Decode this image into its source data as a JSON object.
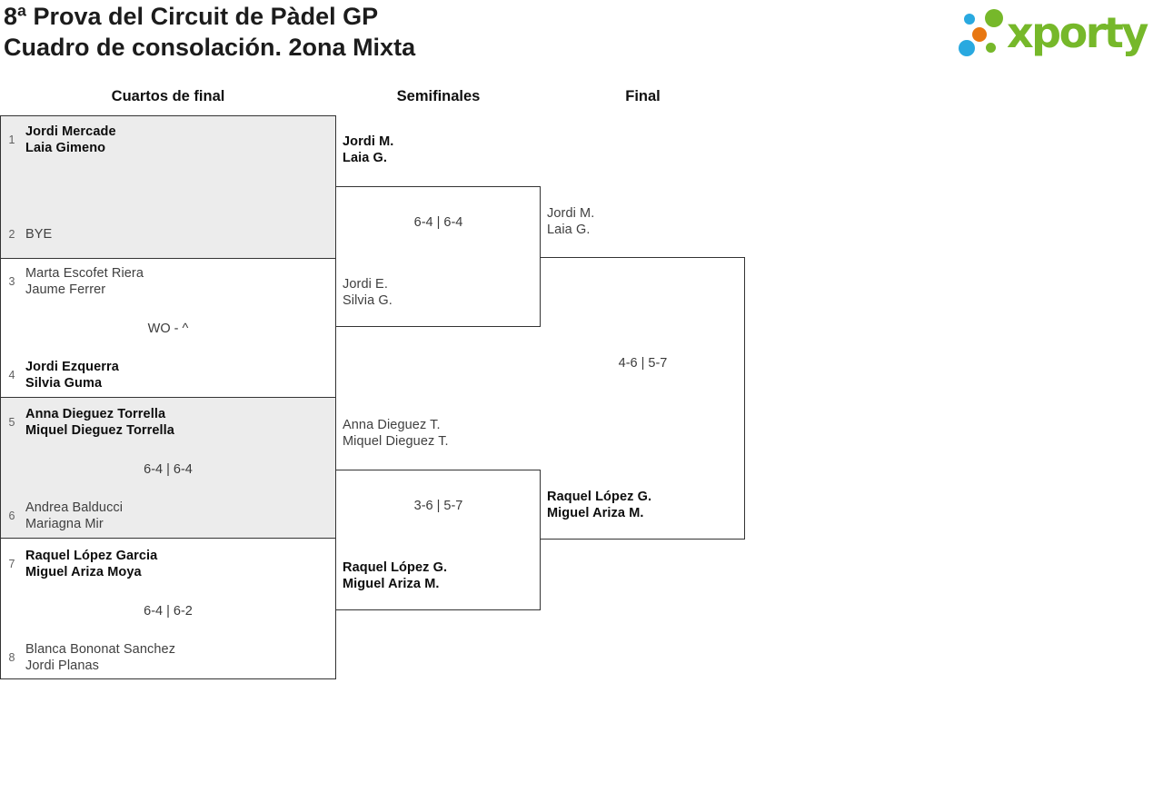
{
  "colors": {
    "logo-green": "#76b82a",
    "logo-blue": "#29a9e0",
    "logo-orange": "#e87711",
    "box-gray": "#ececec",
    "line": "#333333"
  },
  "header": {
    "title_line1": "8ª Prova del Circuit de Pàdel GP",
    "title_line2": "Cuadro de consolación. 2ona Mixta",
    "logo_text": "xporty"
  },
  "rounds": {
    "quarterfinals_label": "Cuartos de final",
    "semifinals_label": "Semifinales",
    "final_label": "Final"
  },
  "bracket": {
    "quarterfinals": [
      {
        "top": {
          "seed": "1",
          "name1": "Jordi Mercade",
          "name2": "Laia Gimeno",
          "winner": true
        },
        "bottom": {
          "seed": "2",
          "name1": "BYE",
          "name2": "",
          "winner": false
        },
        "score": ""
      },
      {
        "top": {
          "seed": "3",
          "name1": "Marta Escofet Riera",
          "name2": "Jaume Ferrer",
          "winner": false
        },
        "bottom": {
          "seed": "4",
          "name1": "Jordi Ezquerra",
          "name2": "Silvia Guma",
          "winner": true
        },
        "score": "WO - ^"
      },
      {
        "top": {
          "seed": "5",
          "name1": "Anna Dieguez Torrella",
          "name2": "Miquel Dieguez Torrella",
          "winner": true
        },
        "bottom": {
          "seed": "6",
          "name1": "Andrea Balducci",
          "name2": "Mariagna Mir",
          "winner": false
        },
        "score": "6-4 | 6-4"
      },
      {
        "top": {
          "seed": "7",
          "name1": "Raquel López Garcia",
          "name2": "Miguel Ariza Moya",
          "winner": true
        },
        "bottom": {
          "seed": "8",
          "name1": "Blanca Bononat Sanchez",
          "name2": "Jordi Planas",
          "winner": false
        },
        "score": "6-4 | 6-2"
      }
    ],
    "semifinals": [
      {
        "top": {
          "name1": "Jordi M.",
          "name2": "Laia G.",
          "winner": true
        },
        "bottom": {
          "name1": "Jordi E.",
          "name2": "Silvia G.",
          "winner": false
        },
        "score": "6-4 | 6-4"
      },
      {
        "top": {
          "name1": "Anna Dieguez T.",
          "name2": "Miquel Dieguez T.",
          "winner": false
        },
        "bottom": {
          "name1": "Raquel López G.",
          "name2": "Miguel Ariza M.",
          "winner": true
        },
        "score": "3-6 | 5-7"
      }
    ],
    "final": {
      "top": {
        "name1": "Jordi M.",
        "name2": "Laia G.",
        "winner": false
      },
      "bottom": {
        "name1": "Raquel López G.",
        "name2": "Miguel Ariza M.",
        "winner": true
      },
      "score": "4-6 | 5-7"
    }
  }
}
